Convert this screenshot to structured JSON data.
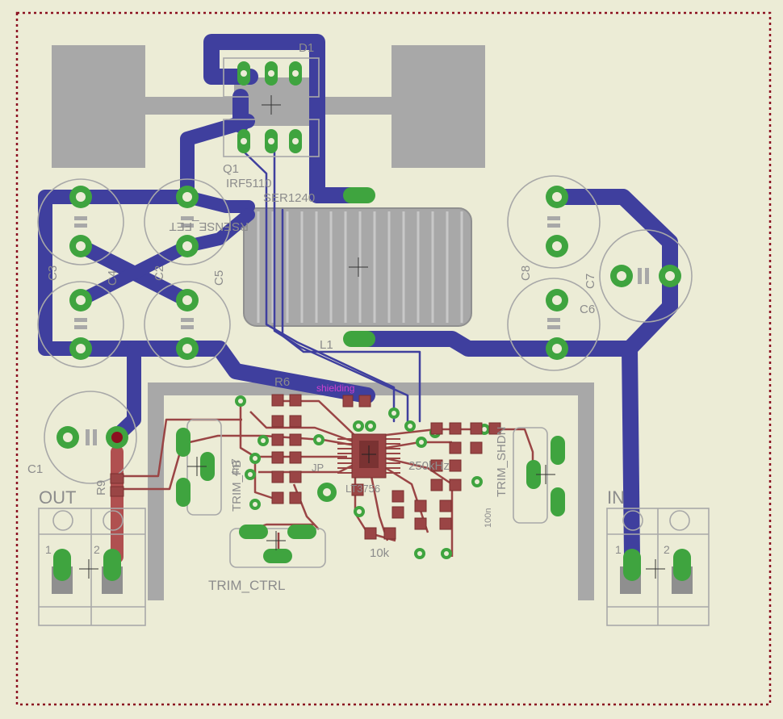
{
  "board": {
    "colors": {
      "background": "#ececd6",
      "outline": "#8b1020",
      "top_copper": "#9a4545",
      "bottom_copper": "#3f3f9e",
      "silkscreen": "#a8a8a8",
      "via_pad": "#3fa43f",
      "shielding_text": "#d040d0"
    }
  },
  "labels": {
    "d1": "D1",
    "q1": "Q1",
    "irf": "IRF5110",
    "ser": "SER1240",
    "rsense": "RSENSE_FET",
    "l1": "L1",
    "c1": "C1",
    "c2": "C2",
    "c3": "C3",
    "c4": "C4",
    "c5": "C5",
    "c6": "C6",
    "c7": "C7",
    "c8": "C8",
    "r6": "R6",
    "r9": "R9",
    "shielding": "shielding",
    "trim_ctrl": "TRIM_CTRL",
    "trim_fb": "TRIM_FB",
    "trim_shdn": "TRIM_SHDN",
    "freq": "250kHz",
    "r10k": "10k",
    "lt": "LT3756",
    "c100n": "100n",
    "jp": "JP",
    "c4n7": "4n7",
    "out": "OUT",
    "in": "IN",
    "pin1_out": "1",
    "pin2_out": "2",
    "pin1_in": "1",
    "pin2_in": "2"
  }
}
